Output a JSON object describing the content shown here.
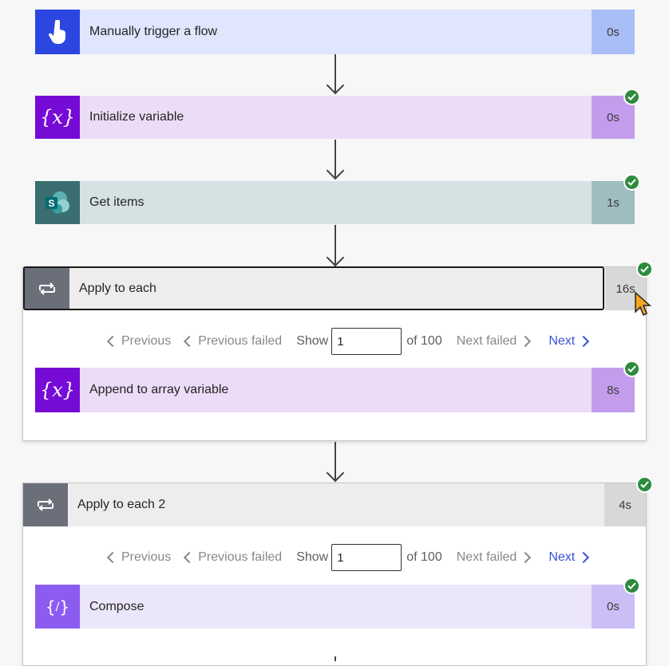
{
  "steps": [
    {
      "title": "Manually trigger a flow",
      "duration": "0s",
      "icon": "hand-tap-icon",
      "color": "#2c46e2"
    },
    {
      "title": "Initialize variable",
      "duration": "0s",
      "icon": "variable-icon",
      "color": "#770bd6"
    },
    {
      "title": "Get items",
      "duration": "1s",
      "icon": "sharepoint-icon",
      "color": "#036c70"
    }
  ],
  "loop1": {
    "title": "Apply to each",
    "duration": "16s",
    "pager": {
      "previous": "Previous",
      "previous_failed": "Previous failed",
      "show": "Show",
      "value": "1",
      "of": "of 100",
      "next_failed": "Next failed",
      "next": "Next"
    },
    "inner": {
      "title": "Append to array variable",
      "duration": "8s",
      "icon": "variable-icon"
    }
  },
  "loop2": {
    "title": "Apply to each 2",
    "duration": "4s",
    "pager": {
      "previous": "Previous",
      "previous_failed": "Previous failed",
      "show": "Show",
      "value": "1",
      "of": "of 100",
      "next_failed": "Next failed",
      "next": "Next"
    },
    "inner": {
      "title": "Compose",
      "duration": "0s",
      "icon": "compose-icon"
    }
  },
  "colors": {
    "success": "#2e8b3e",
    "link": "#3a52d6",
    "loop_icon": "#6b6f7a"
  }
}
